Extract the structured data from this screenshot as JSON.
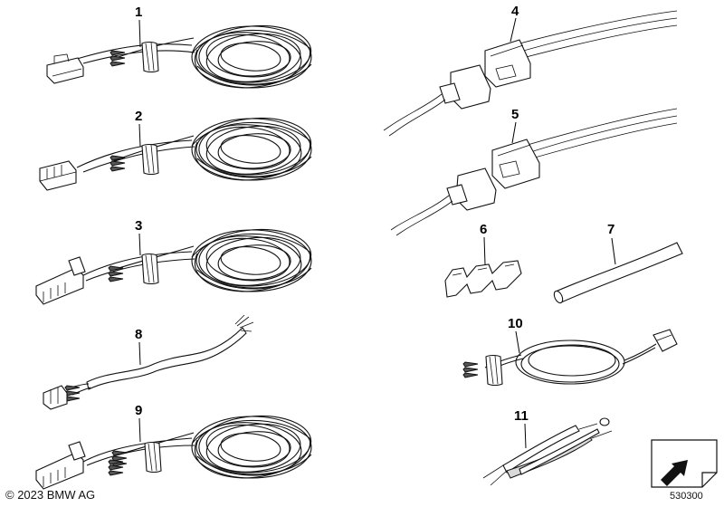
{
  "callouts": [
    {
      "label": "1"
    },
    {
      "label": "2"
    },
    {
      "label": "3"
    },
    {
      "label": "4"
    },
    {
      "label": "5"
    },
    {
      "label": "6"
    },
    {
      "label": "7"
    },
    {
      "label": "8"
    },
    {
      "label": "9"
    },
    {
      "label": "10"
    },
    {
      "label": "11"
    }
  ],
  "footer": {
    "copyright": "© 2023 BMW AG",
    "diagram_id": "530300"
  },
  "icons": {
    "corner_badge": "page-turn-arrow-icon"
  }
}
